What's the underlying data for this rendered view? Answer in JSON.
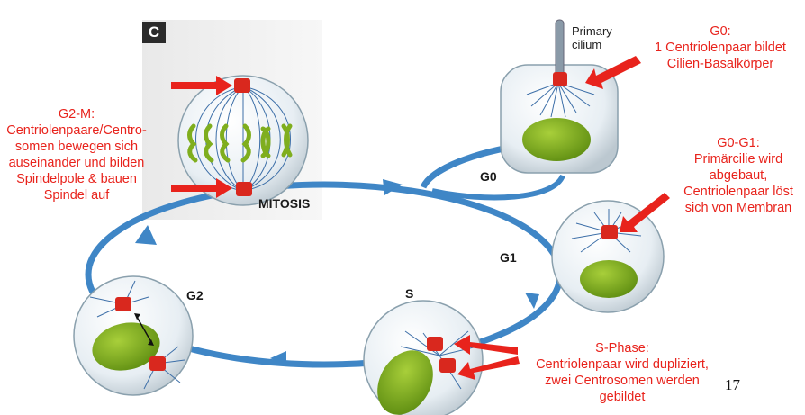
{
  "panel_label": "C",
  "phases": {
    "mitosis": "MITOSIS",
    "g0": "G0",
    "g1": "G1",
    "s": "S",
    "g2": "G2"
  },
  "cilium_label": "Primary\ncilium",
  "annotations": {
    "g0": "G0:\n1 Centriolenpaar bildet\nCilien-Basalkörper",
    "g0_g1": "G0-G1:\nPrimärcilie wird\nabgebaut,\nCentriolenpaar löst\nsich von Membran",
    "g2_m": "G2-M:\nCentriolenpaare/Centro-\nsomen bewegen sich\nauseinander und bilden\nSpindelpole & bauen\nSpindel auf",
    "s_phase": "S-Phase:\nCentriolenpaar wird dupliziert,\nzwei Centrosomen werden\ngebildet"
  },
  "page_number": "17",
  "colors": {
    "annotation_red": "#e8231c",
    "cycle_blue": "#3f86c6",
    "nucleus_green": "#7fae1e",
    "centriole_red": "#d9281e"
  }
}
